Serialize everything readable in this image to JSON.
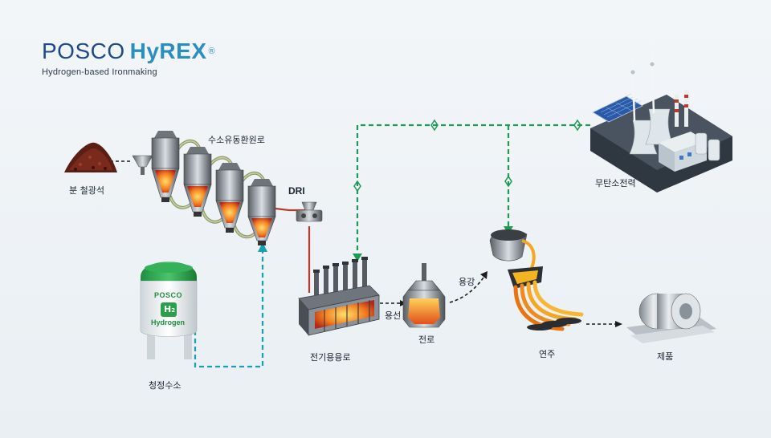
{
  "logo": {
    "brand": "POSCO",
    "product": "HyREX",
    "reg": "®",
    "subtitle": "Hydrogen-based Ironmaking"
  },
  "labels": {
    "ore": "분 철광석",
    "reactor": "수소유동환원로",
    "dri": "DRI",
    "hydrogen_tank": "청정수소",
    "eaf": "전기용융로",
    "hot_metal": "용선",
    "converter": "전로",
    "molten_steel": "용강",
    "casting": "연주",
    "product": "제품",
    "power": "무탄소전력"
  },
  "tank_text": {
    "brand": "POSCO",
    "symbol": "H",
    "subscript": "2",
    "word": "Hydrogen"
  },
  "colors": {
    "green": "#1e9a55",
    "teal": "#1a9fb0",
    "navy": "#1f4a8a",
    "accent": "#2a8ec0",
    "hot": "#f08a1e",
    "red": "#c0392b"
  }
}
